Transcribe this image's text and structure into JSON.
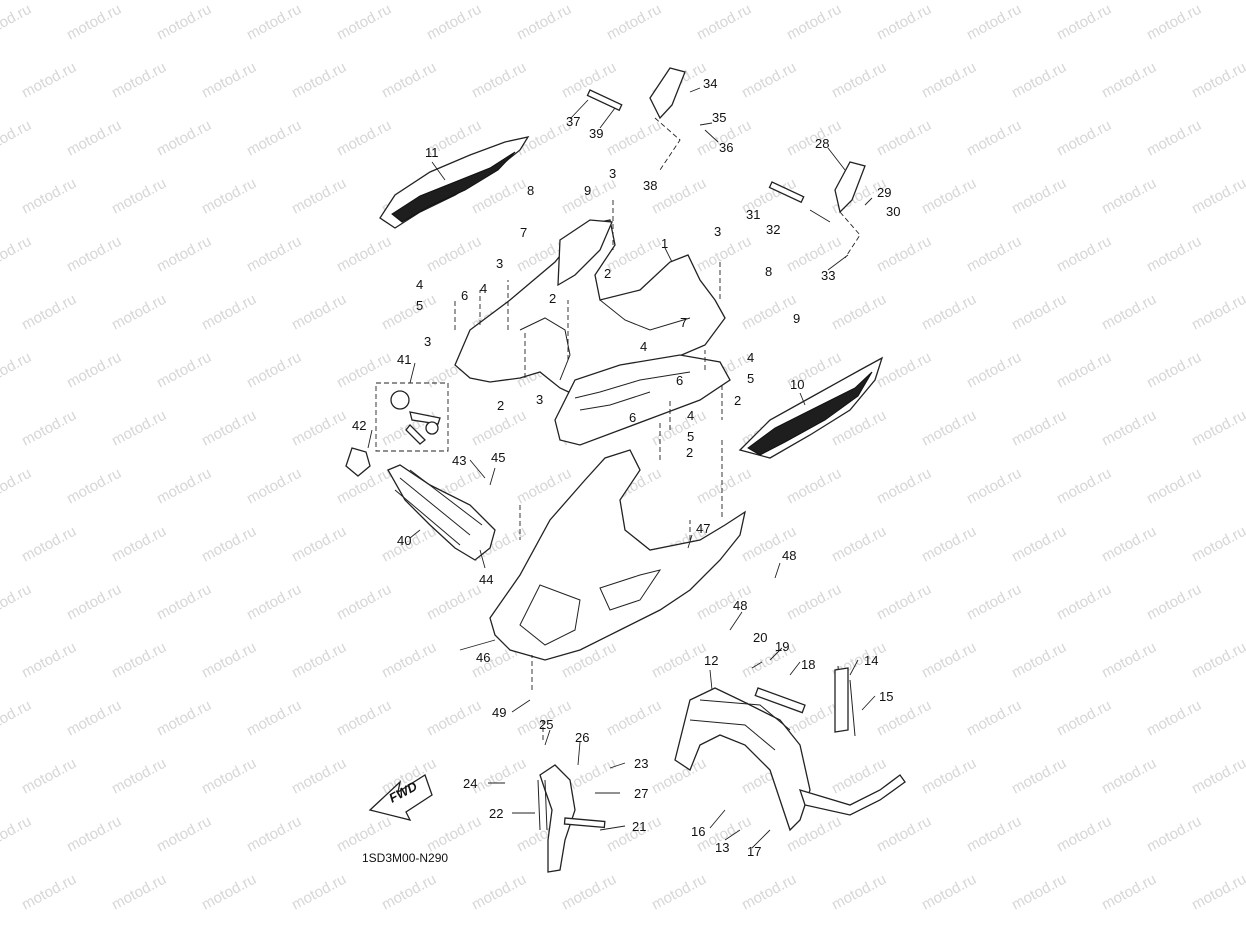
{
  "watermark": {
    "text": "motod.ru"
  },
  "diagram_code": "1SD3M00-N290",
  "direction_label": "FWD",
  "callouts": [
    "1",
    "2",
    "3",
    "4",
    "5",
    "6",
    "7",
    "8",
    "9",
    "10",
    "11",
    "12",
    "13",
    "14",
    "15",
    "16",
    "17",
    "18",
    "19",
    "20",
    "21",
    "22",
    "23",
    "24",
    "25",
    "26",
    "27",
    "28",
    "29",
    "30",
    "31",
    "32",
    "33",
    "34",
    "35",
    "36",
    "37",
    "38",
    "39",
    "40",
    "41",
    "42",
    "43",
    "44",
    "45",
    "46",
    "47",
    "48",
    "49"
  ]
}
